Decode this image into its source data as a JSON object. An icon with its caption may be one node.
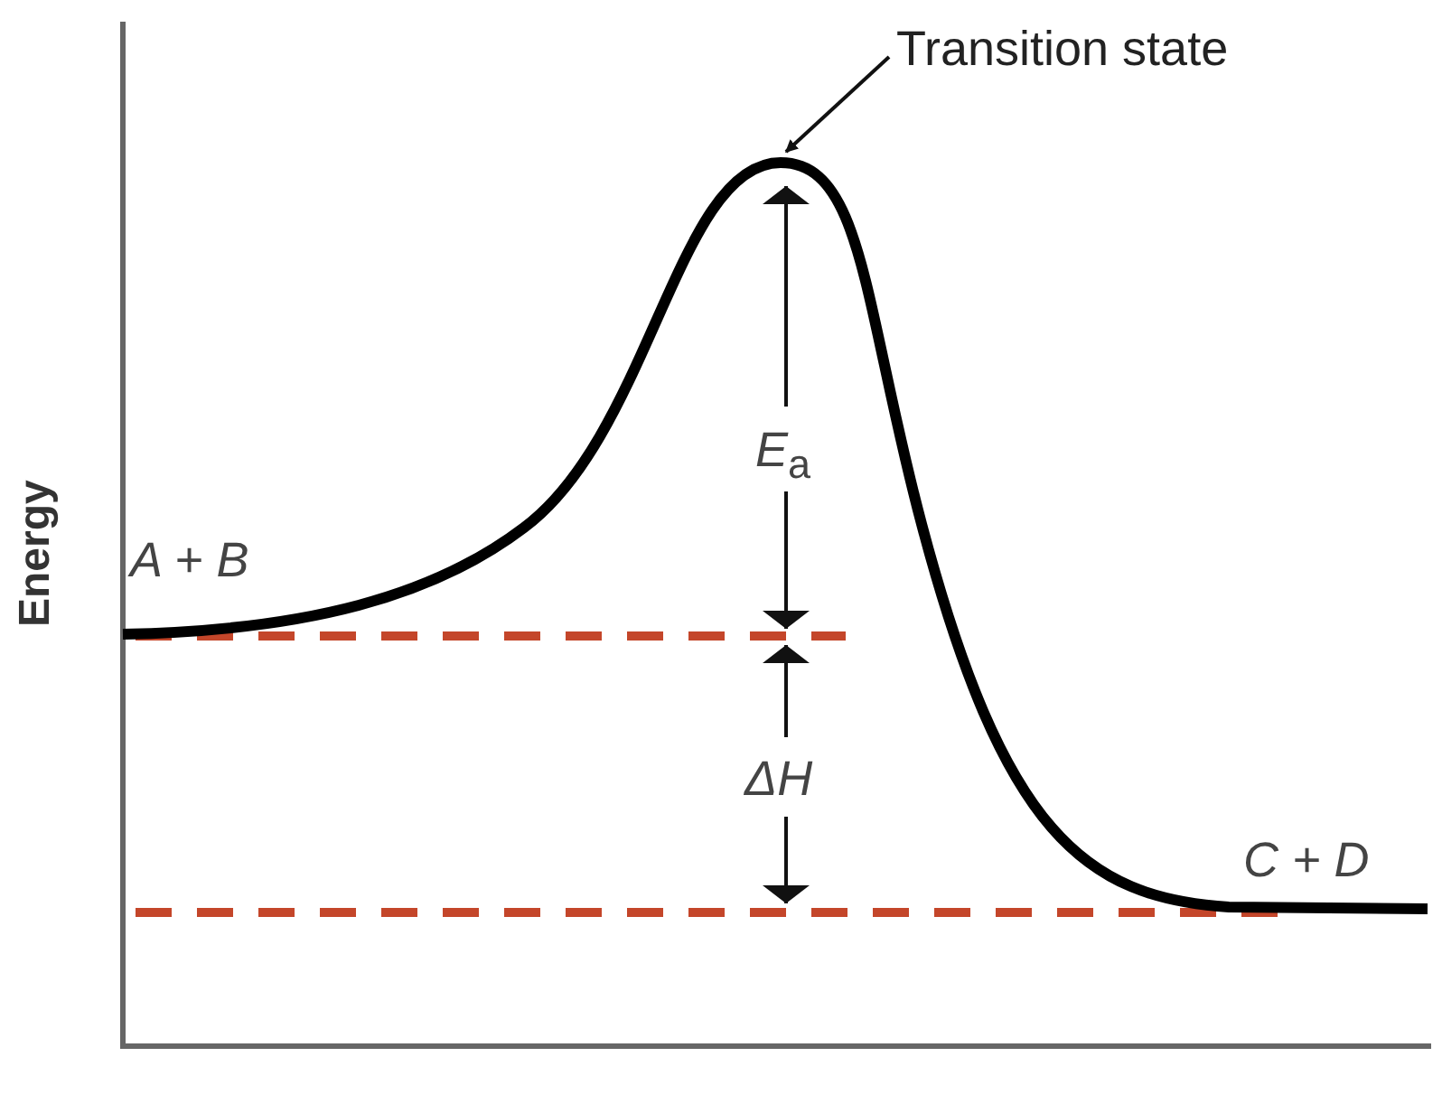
{
  "diagram": {
    "nodes": [
      {
        "text": [
          "Transition state"
        ]
      },
      {
        "text": [],
        "shape": "curve"
      }
    ],
    "edges": [
      {
        "from": 0,
        "to": 1,
        "arrow": "to"
      }
    ],
    "labels": [
      "Energy",
      "A + B",
      "*E*$_{a}$",
      "ΔH",
      "C + D"
    ]
  }
}
